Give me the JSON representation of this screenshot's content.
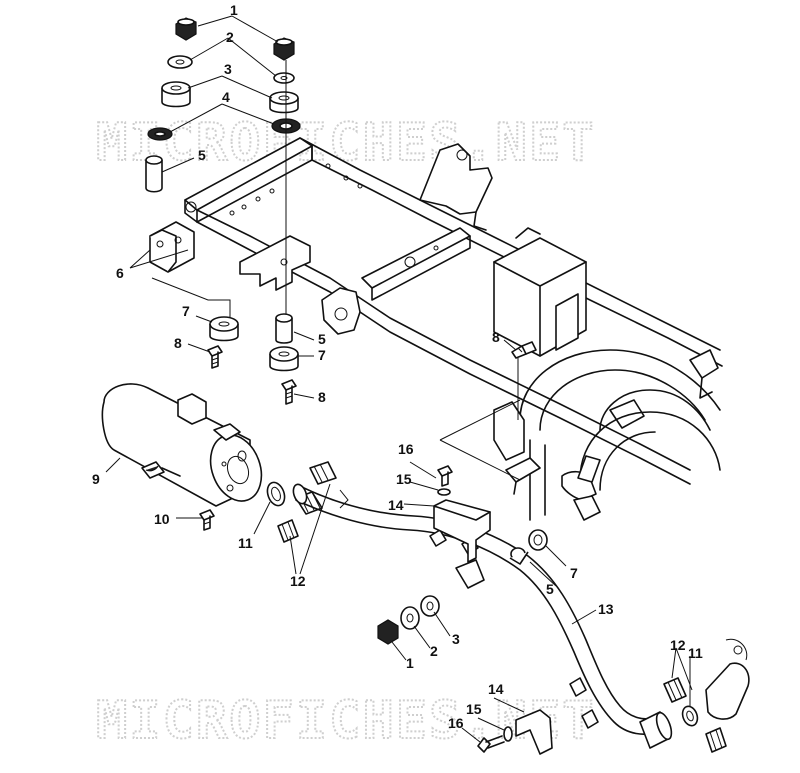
{
  "watermark": {
    "text": "MICROFICHES.NET",
    "color": "#cfcfcf"
  },
  "callouts": [
    {
      "id": "c1a",
      "label": "1"
    },
    {
      "id": "c2a",
      "label": "2"
    },
    {
      "id": "c3a",
      "label": "3"
    },
    {
      "id": "c4a",
      "label": "4"
    },
    {
      "id": "c5a",
      "label": "5"
    },
    {
      "id": "c6a",
      "label": "6"
    },
    {
      "id": "c7a",
      "label": "7"
    },
    {
      "id": "c8a",
      "label": "8"
    },
    {
      "id": "c5b",
      "label": "5"
    },
    {
      "id": "c7b",
      "label": "7"
    },
    {
      "id": "c8b",
      "label": "8"
    },
    {
      "id": "c8c",
      "label": "8"
    },
    {
      "id": "c9",
      "label": "9"
    },
    {
      "id": "c10",
      "label": "10"
    },
    {
      "id": "c11a",
      "label": "11"
    },
    {
      "id": "c12a",
      "label": "12"
    },
    {
      "id": "c16a",
      "label": "16"
    },
    {
      "id": "c15a",
      "label": "15"
    },
    {
      "id": "c14a",
      "label": "14"
    },
    {
      "id": "c5c",
      "label": "5"
    },
    {
      "id": "c7c",
      "label": "7"
    },
    {
      "id": "c13",
      "label": "13"
    },
    {
      "id": "c3b",
      "label": "3"
    },
    {
      "id": "c2b",
      "label": "2"
    },
    {
      "id": "c1b",
      "label": "1"
    },
    {
      "id": "c12b",
      "label": "12"
    },
    {
      "id": "c11b",
      "label": "11"
    },
    {
      "id": "c14b",
      "label": "14"
    },
    {
      "id": "c15b",
      "label": "15"
    },
    {
      "id": "c16b",
      "label": "16"
    }
  ]
}
